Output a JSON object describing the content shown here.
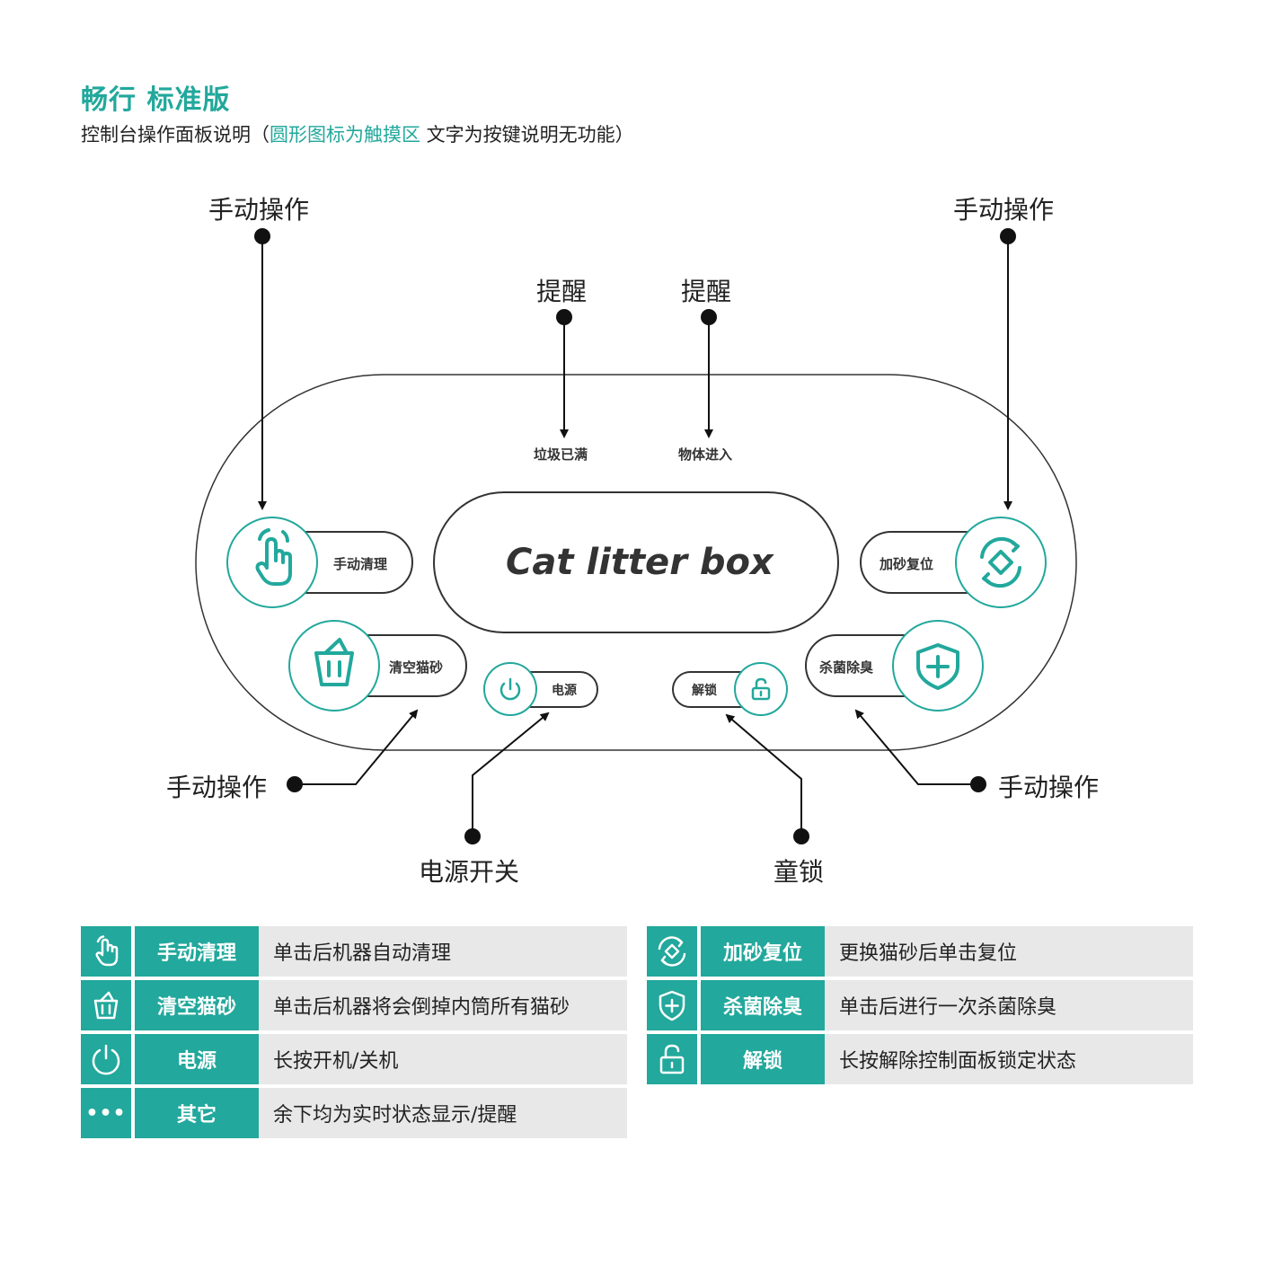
{
  "header": {
    "title": "畅行 标准版",
    "subtitle_pre": "控制台操作面板说明（",
    "subtitle_highlight": "圆形图标为触摸区",
    "subtitle_post": " 文字为按键说明无功能）"
  },
  "callouts": {
    "manual_top_left": "手动操作",
    "manual_top_right": "手动操作",
    "alert_1": "提醒",
    "alert_2": "提醒",
    "manual_bottom_left": "手动操作",
    "manual_bottom_right": "手动操作",
    "power_switch": "电源开关",
    "child_lock": "童锁"
  },
  "panel": {
    "indicator_1": "垃圾已满",
    "indicator_2": "物体进入",
    "display": "Cat litter box",
    "btn_manual_clean": "手动清理",
    "btn_empty_litter": "清空猫砂",
    "btn_power": "电源",
    "btn_unlock": "解锁",
    "btn_add_litter_reset": "加砂复位",
    "btn_sterilize": "杀菌除臭"
  },
  "legend_left": [
    {
      "icon": "hand-pointer-icon",
      "name": "手动清理",
      "desc": "单击后机器自动清理"
    },
    {
      "icon": "trash-basket-icon",
      "name": "清空猫砂",
      "desc": "单击后机器将会倒掉内筒所有猫砂"
    },
    {
      "icon": "power-icon",
      "name": "电源",
      "desc": "长按开机/关机"
    },
    {
      "icon": "more-dots-icon",
      "name": "其它",
      "desc": "余下均为实时状态显示/提醒"
    }
  ],
  "legend_right": [
    {
      "icon": "reset-cycle-icon",
      "name": "加砂复位",
      "desc": "更换猫砂后单击复位"
    },
    {
      "icon": "shield-plus-icon",
      "name": "杀菌除臭",
      "desc": "单击后进行一次杀菌除臭"
    },
    {
      "icon": "unlock-icon",
      "name": "解锁",
      "desc": "长按解除控制面板锁定状态"
    }
  ],
  "legend_extra": {
    "dots": "•••"
  },
  "colors": {
    "accent": "#22a89c",
    "outline": "#333333",
    "table_bg": "#e8e8e8"
  }
}
